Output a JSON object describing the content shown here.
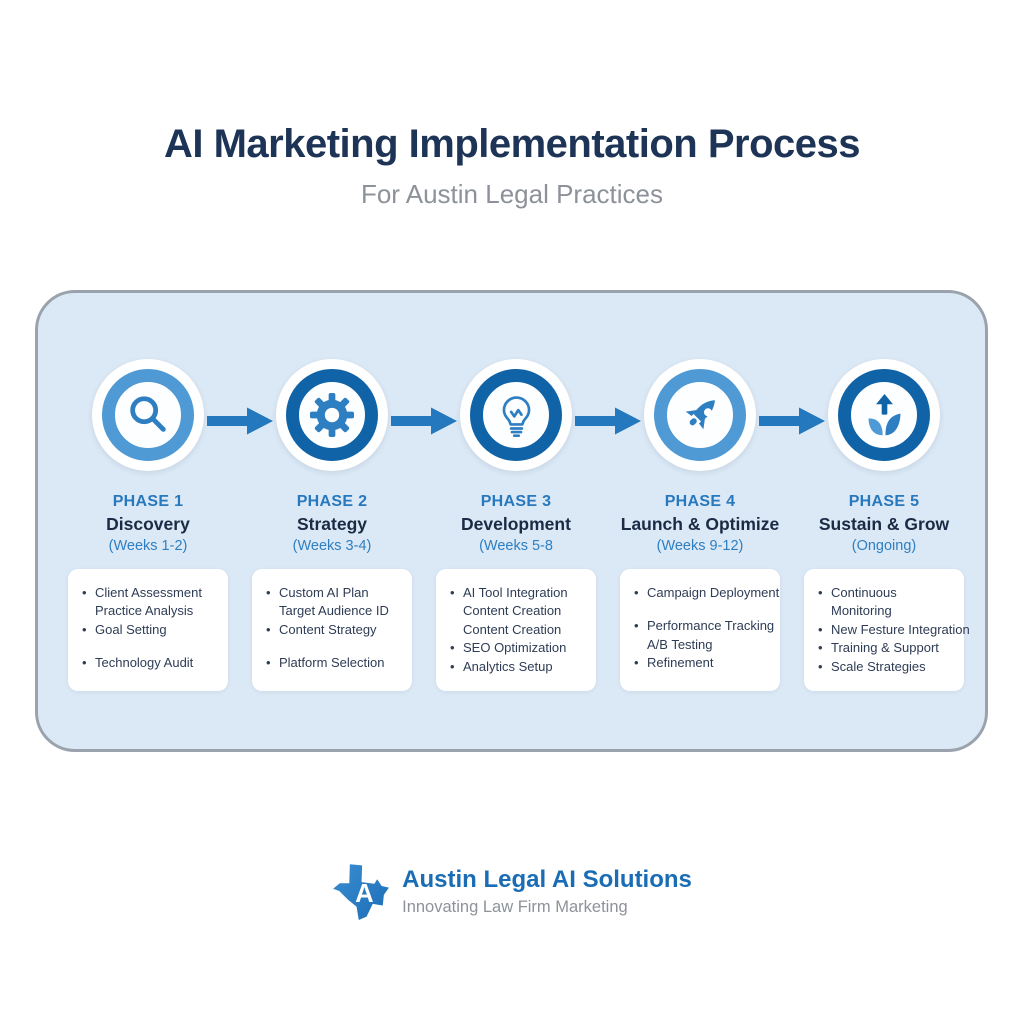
{
  "header": {
    "title": "AI Marketing Implementation Process",
    "subtitle": "For Austin Legal Practices"
  },
  "colors": {
    "accent_dark_blue": "#1063a6",
    "accent_light_blue": "#4f9ad4",
    "icon_blue": "#2e7fc2",
    "arrow_blue": "#2478be",
    "phase_label_blue": "#2878bd",
    "weeks_blue": "#2e7fc2",
    "heading_navy": "#1d3457",
    "name_navy": "#1c2b45",
    "list_text": "#2e3c55",
    "subtitle_gray": "#8d9199",
    "panel_bg": "#dbe8f5",
    "panel_border": "#9aa3ad",
    "card_bg": "#ffffff",
    "brand_blue": "#1a6db5",
    "tagline_gray": "#8d929a"
  },
  "phases": [
    {
      "phase_label": "PHASE 1",
      "name": "Discovery",
      "weeks": "(Weeks 1-2)",
      "icon": "magnifier-icon",
      "ring": "light",
      "items": [
        {
          "text": "Client Assessment",
          "bullet": true
        },
        {
          "text": "Practice Analysis",
          "bullet": false
        },
        {
          "text": "Goal Setting",
          "bullet": true
        },
        {
          "text": "Technology Audit",
          "bullet": true,
          "gap": true
        }
      ]
    },
    {
      "phase_label": "PHASE 2",
      "name": "Strategy",
      "weeks": "(Weeks 3-4)",
      "icon": "gear-icon",
      "ring": "dark",
      "items": [
        {
          "text": "Custom AI Plan",
          "bullet": true
        },
        {
          "text": "Target Audience ID",
          "bullet": false
        },
        {
          "text": "Content Strategy",
          "bullet": true
        },
        {
          "text": "Platform Selection",
          "bullet": true,
          "gap": true
        }
      ]
    },
    {
      "phase_label": "PHASE 3",
      "name": "Development",
      "weeks": "(Weeks 5-8",
      "icon": "lightbulb-icon",
      "ring": "dark",
      "items": [
        {
          "text": "AI Tool Integration",
          "bullet": true
        },
        {
          "text": "Content Creation",
          "bullet": false
        },
        {
          "text": "Content Creation",
          "bullet": false
        },
        {
          "text": "SEO Optimization",
          "bullet": true
        },
        {
          "text": "Analytics Setup",
          "bullet": true
        }
      ]
    },
    {
      "phase_label": "PHASE 4",
      "name": "Launch & Optimize",
      "weeks": "(Weeks 9-12)",
      "icon": "rocket-icon",
      "ring": "light",
      "items": [
        {
          "text": "Campaign Deployment",
          "bullet": true
        },
        {
          "text": "Performance Tracking",
          "bullet": true,
          "gap": true
        },
        {
          "text": "A/B Testing",
          "bullet": false
        },
        {
          "text": "Refinement",
          "bullet": true
        }
      ]
    },
    {
      "phase_label": "PHASE 5",
      "name": "Sustain & Grow",
      "weeks": "(Ongoing)",
      "icon": "growth-icon",
      "ring": "dark",
      "items": [
        {
          "text": "Continuous",
          "bullet": true
        },
        {
          "text": "Monitoring",
          "bullet": false
        },
        {
          "text": "New Festure Integration",
          "bullet": true
        },
        {
          "text": "Training & Support",
          "bullet": true
        },
        {
          "text": "Scale Strategies",
          "bullet": true
        }
      ]
    }
  ],
  "footer": {
    "brand": "Austin Legal AI Solutions",
    "tagline": "Innovating Law Firm Marketing",
    "logo_icon": "texas-logo-icon"
  }
}
